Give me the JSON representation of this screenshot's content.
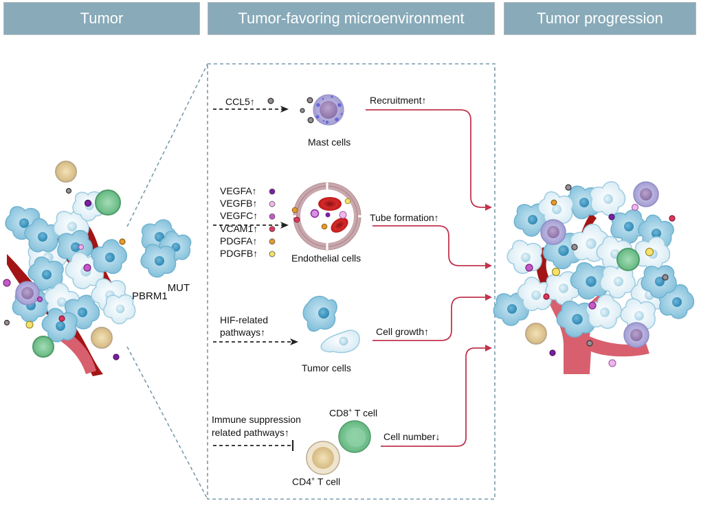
{
  "headers": {
    "tumor": "Tumor",
    "microenvironment": "Tumor-favoring microenvironment",
    "progression": "Tumor progression"
  },
  "left_panel": {
    "mutation_label": "PBRM1",
    "mutation_superscript": "MUT"
  },
  "rows": {
    "mast": {
      "signal": "CCL5↑",
      "cell_label": "Mast cells",
      "effect": "Recruitment↑"
    },
    "endothelial": {
      "factors": [
        {
          "name": "VEGFA↑",
          "dot_color": "#7b1fa2"
        },
        {
          "name": "VEGFB↑",
          "dot_color": "#f0b6ec"
        },
        {
          "name": "VEGFC↑",
          "dot_color": "#c35bc6"
        },
        {
          "name": "VCAM1↑",
          "dot_color": "#d93a5e"
        },
        {
          "name": "PDGFA↑",
          "dot_color": "#e49a2e"
        },
        {
          "name": "PDGFB↑",
          "dot_color": "#f5e16b"
        }
      ],
      "cell_label": "Endothelial cells",
      "effect": "Tube formation↑"
    },
    "tumor": {
      "signal_line1": "HIF-related",
      "signal_line2": "pathways↑",
      "cell_label": "Tumor cells",
      "effect": "Cell growth↑"
    },
    "immune": {
      "signal_line1": "Immune suppression",
      "signal_line2": "related pathways↑",
      "cd8_label_prefix": "CD8",
      "cd8_label_sup": "+",
      "cd8_label_suffix": " T cell",
      "cd4_label_prefix": "CD4",
      "cd4_label_sup": "+",
      "cd4_label_suffix": " T cell",
      "effect": "Cell number↓"
    }
  },
  "colors": {
    "header_bg": "#88aab9",
    "arrow_red": "#c0344e",
    "dashed_border": "#7a9aab",
    "tumor_cell_blue": "#8cc5dd",
    "tumor_cell_pale": "#e4f1f7",
    "vessel_dark": "#a31515",
    "vessel_pink": "#d8606e",
    "mast_cell": "#a9a4d6",
    "cd8_green": "#6fbf8a",
    "cd4_tan": "#dcc08b"
  }
}
